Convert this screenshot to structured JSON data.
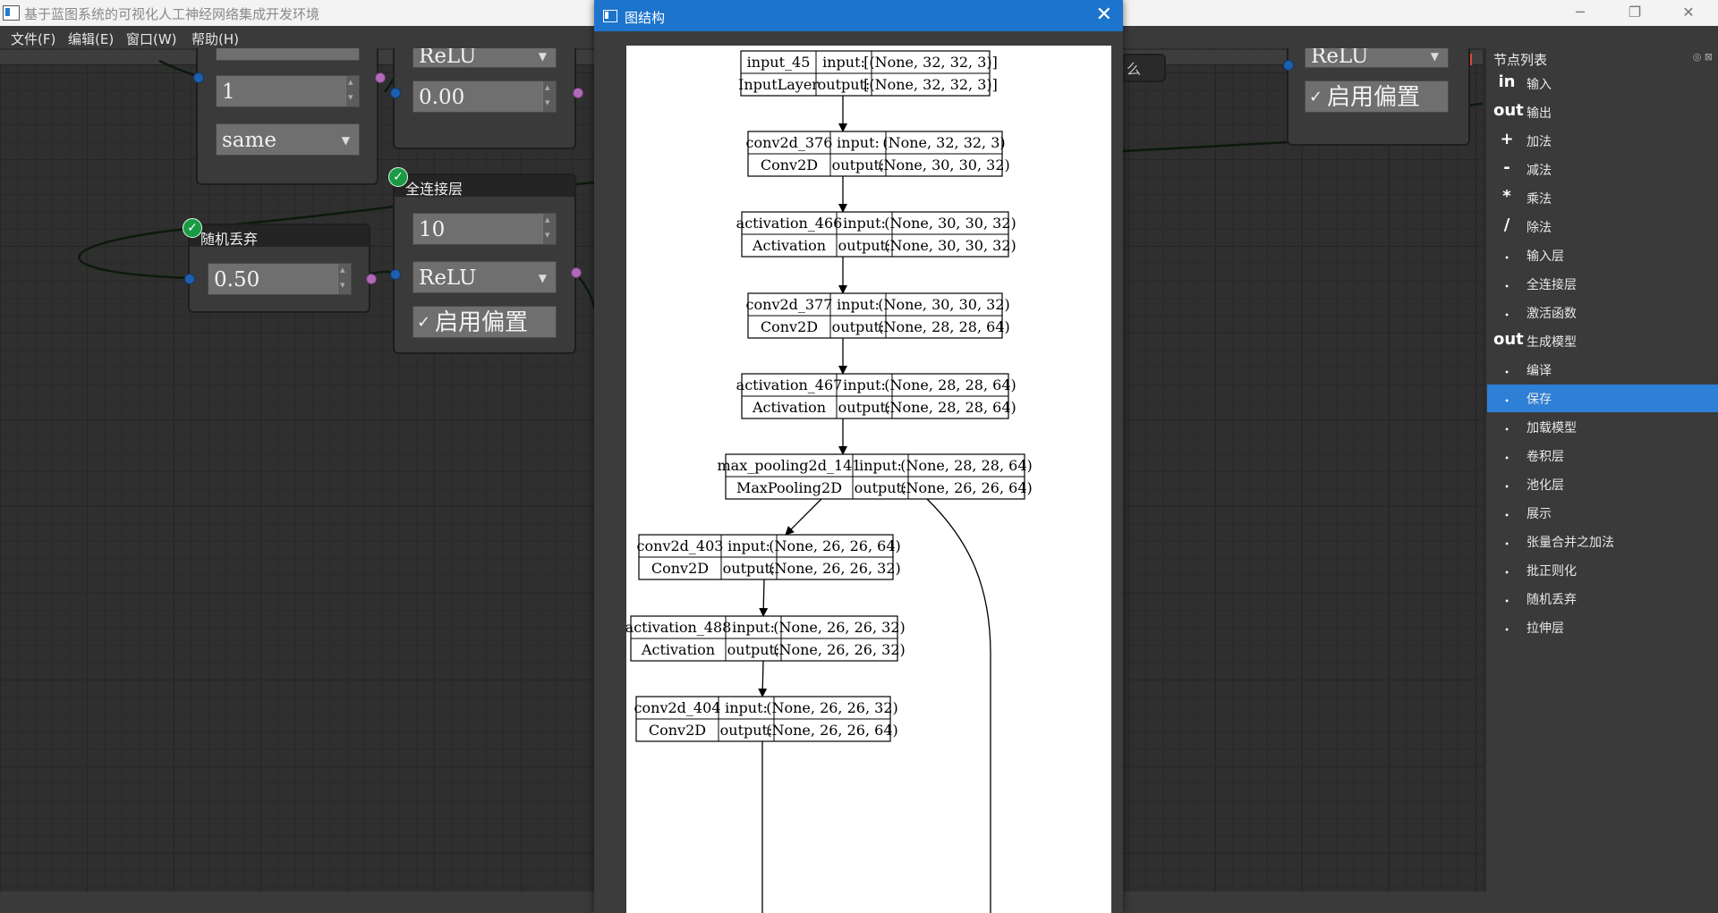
{
  "window": {
    "title": "基于蓝图系统的可视化人工神经网络集成开发环境",
    "minimize_glyph": "─",
    "maximize_glyph": "❐",
    "close_glyph": "✕"
  },
  "menu": [
    "文件(F)",
    "编辑(E)",
    "窗口(W)",
    "帮助(H)"
  ],
  "canvas": {
    "tab_close_glyph": "✕",
    "nodes": {
      "top_left": {
        "stride": "1",
        "padding": "same"
      },
      "top_mid": {
        "activation": "ReLU",
        "value": "0.00"
      },
      "dense": {
        "title": "全连接层",
        "units": "10",
        "activation": "ReLU",
        "bias_label": "启用偏置"
      },
      "dropout": {
        "title": "随机丢弃",
        "rate": "0.50"
      },
      "top_right": {
        "activation": "ReLU",
        "bias_label": "启用偏置"
      },
      "partial_label": "么"
    }
  },
  "dialog": {
    "title": "图结构",
    "close_glyph": "✕",
    "labels": {
      "input": "input:",
      "output": "output:"
    },
    "layers": [
      {
        "name": "input_45",
        "type": "InputLayer",
        "input": "[(None, 32, 32, 3)]",
        "output": "[(None, 32, 32, 3)]"
      },
      {
        "name": "conv2d_376",
        "type": "Conv2D",
        "input": "(None, 32, 32, 3)",
        "output": "(None, 30, 30, 32)"
      },
      {
        "name": "activation_466",
        "type": "Activation",
        "input": "(None, 30, 30, 32)",
        "output": "(None, 30, 30, 32)"
      },
      {
        "name": "conv2d_377",
        "type": "Conv2D",
        "input": "(None, 30, 30, 32)",
        "output": "(None, 28, 28, 64)"
      },
      {
        "name": "activation_467",
        "type": "Activation",
        "input": "(None, 28, 28, 64)",
        "output": "(None, 28, 28, 64)"
      },
      {
        "name": "max_pooling2d_141",
        "type": "MaxPooling2D",
        "input": "(None, 28, 28, 64)",
        "output": "(None, 26, 26, 64)"
      },
      {
        "name": "conv2d_403",
        "type": "Conv2D",
        "input": "(None, 26, 26, 64)",
        "output": "(None, 26, 26, 32)"
      },
      {
        "name": "activation_488",
        "type": "Activation",
        "input": "(None, 26, 26, 32)",
        "output": "(None, 26, 26, 32)"
      },
      {
        "name": "conv2d_404",
        "type": "Conv2D",
        "input": "(None, 26, 26, 32)",
        "output": "(None, 26, 26, 64)"
      }
    ]
  },
  "panel": {
    "title": "节点列表",
    "buttons": "◎ ⊠",
    "items": [
      {
        "icon": "in",
        "label": "输入"
      },
      {
        "icon": "out",
        "label": "输出"
      },
      {
        "icon": "+",
        "label": "加法"
      },
      {
        "icon": "-",
        "label": "减法"
      },
      {
        "icon": "*",
        "label": "乘法"
      },
      {
        "icon": "/",
        "label": "除法"
      },
      {
        "icon": "•",
        "label": "输入层"
      },
      {
        "icon": "•",
        "label": "全连接层"
      },
      {
        "icon": "•",
        "label": "激活函数"
      },
      {
        "icon": "out",
        "label": "生成模型"
      },
      {
        "icon": "•",
        "label": "编译"
      },
      {
        "icon": "•",
        "label": "保存",
        "selected": true
      },
      {
        "icon": "•",
        "label": "加载模型"
      },
      {
        "icon": "•",
        "label": "卷积层"
      },
      {
        "icon": "•",
        "label": "池化层"
      },
      {
        "icon": "•",
        "label": "展示"
      },
      {
        "icon": "•",
        "label": "张量合并之加法"
      },
      {
        "icon": "•",
        "label": "批正则化"
      },
      {
        "icon": "•",
        "label": "随机丢弃"
      },
      {
        "icon": "•",
        "label": "拉伸层"
      }
    ]
  },
  "colors": {
    "accent": "#2e7fd6",
    "dialog_title": "#1c74cc",
    "ok_badge": "#1a9a45"
  }
}
